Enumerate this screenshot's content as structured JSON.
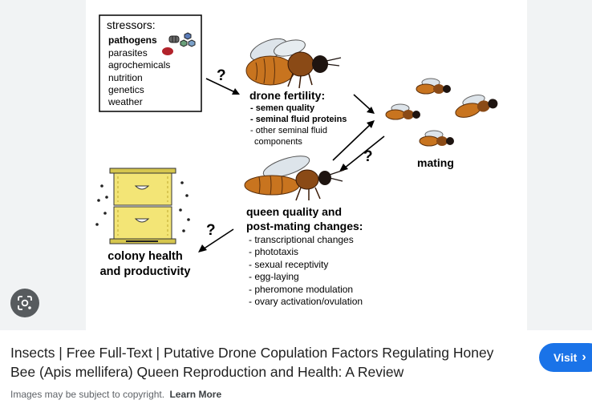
{
  "figure": {
    "stressors": {
      "heading": "stressors:",
      "items": [
        "pathogens",
        "parasites",
        "agrochemicals",
        "nutrition",
        "genetics",
        "weather"
      ]
    },
    "question_mark": "?",
    "drone_fertility": {
      "heading": "drone fertility:",
      "items": [
        "- semen quality",
        "- seminal fluid proteins",
        "- other seminal fluid",
        "components"
      ]
    },
    "mating_label": "mating",
    "queen": {
      "heading_line1": "queen quality and",
      "heading_line2": "post-mating changes:",
      "items": [
        "- transcriptional changes",
        "- phototaxis",
        "- sexual receptivity",
        "- egg-laying",
        "- pheromone modulation",
        "- ovary activation/ovulation"
      ]
    },
    "colony": {
      "line1": "colony health",
      "line2": "and productivity"
    }
  },
  "result": {
    "title_line1": "Insects | Free Full-Text | Putative Drone Copulation Factors Regulating Honey",
    "title_line2": "Bee (Apis mellifera) Queen Reproduction and Health: A Review",
    "visit_label": "Visit",
    "copyright_text": "Images may be subject to copyright.",
    "learn_more": "Learn More"
  },
  "icons": {
    "lens": "google-lens-icon",
    "visit_chevron": "chevron-right-icon"
  },
  "colors": {
    "accent": "#1a73e8",
    "hive": "#f3e576",
    "bee_body": "#c8741f"
  }
}
